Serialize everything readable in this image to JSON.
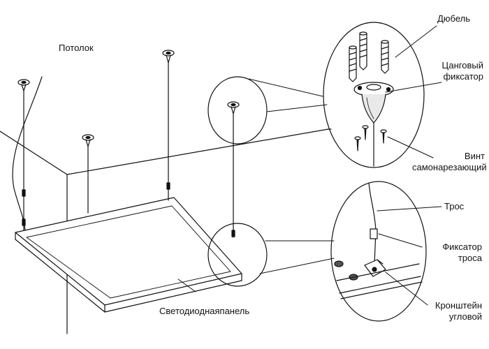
{
  "labels": {
    "ceiling": "Потолок",
    "panel": "Светодиоднаяпанель",
    "dowel": "Дюбель",
    "collet_1": "Цанговый",
    "collet_2": "фиксатор",
    "screw_1": "Винт",
    "screw_2": "самонарезающий",
    "cable": "Трос",
    "cable_lock_1": "Фиксатор",
    "cable_lock_2": "троса",
    "bracket_1": "Кронштейн",
    "bracket_2": "угловой"
  }
}
